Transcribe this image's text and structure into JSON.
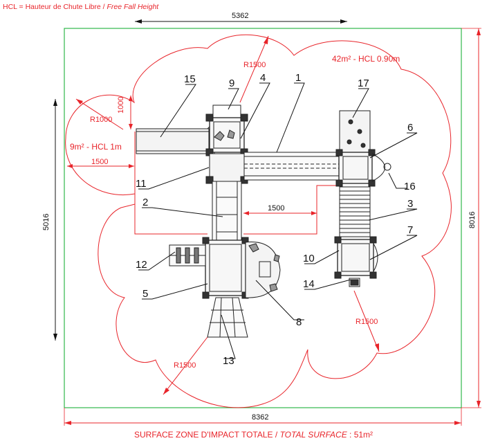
{
  "header": {
    "prefix": "HCL = Hauteur de Chute Libre / ",
    "italic": "Free Fall Height"
  },
  "dimensions": {
    "top_width": "5362",
    "left_height": "5016",
    "right_height": "8016",
    "bottom_width": "8362"
  },
  "zones": {
    "main": "42m² - HCL 0.90m",
    "small": "9m² - HCL 1m"
  },
  "radii": {
    "top": "R1500",
    "left": "R1000",
    "right": "R1500",
    "bottom": "R1500"
  },
  "small_dims": {
    "vertical": "1000",
    "horizontal": "1500",
    "inner": "1500"
  },
  "part_labels": [
    "1",
    "2",
    "3",
    "4",
    "5",
    "6",
    "7",
    "8",
    "9",
    "10",
    "11",
    "12",
    "13",
    "14",
    "15",
    "16",
    "17"
  ],
  "footer": {
    "prefix": "SURFACE ZONE D'IMPACT TOTALE / ",
    "italic": "TOTAL SURFACE",
    "suffix": " : 51m²"
  },
  "colors": {
    "frame": "#2fb84a",
    "impact": "#e8242a",
    "ink": "#111111"
  }
}
